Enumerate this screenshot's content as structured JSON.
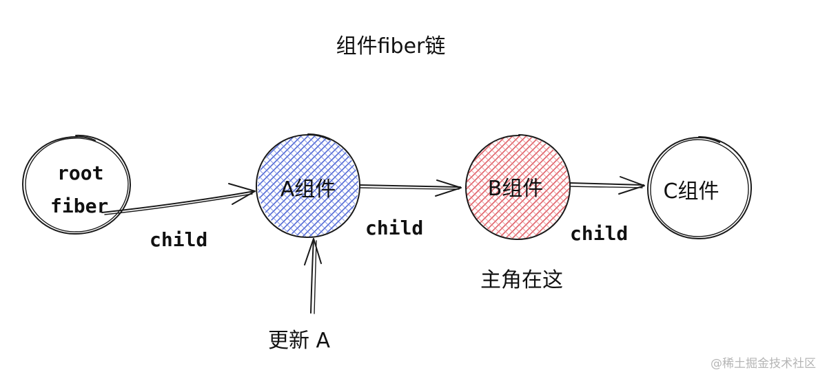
{
  "title": "组件fiber链",
  "nodes": {
    "root": {
      "line1": "root",
      "line2": "fiber"
    },
    "a": {
      "label": "A组件",
      "fill": "#5b72d8"
    },
    "b": {
      "label": "B组件",
      "fill": "#e06a70"
    },
    "c": {
      "label": "C组件"
    }
  },
  "edges": {
    "root_to_a": "child",
    "a_to_b": "child",
    "b_to_c": "child"
  },
  "update_label": "更新 A",
  "protagonist_label": "主角在这",
  "watermark": "@稀土掘金技术社区"
}
